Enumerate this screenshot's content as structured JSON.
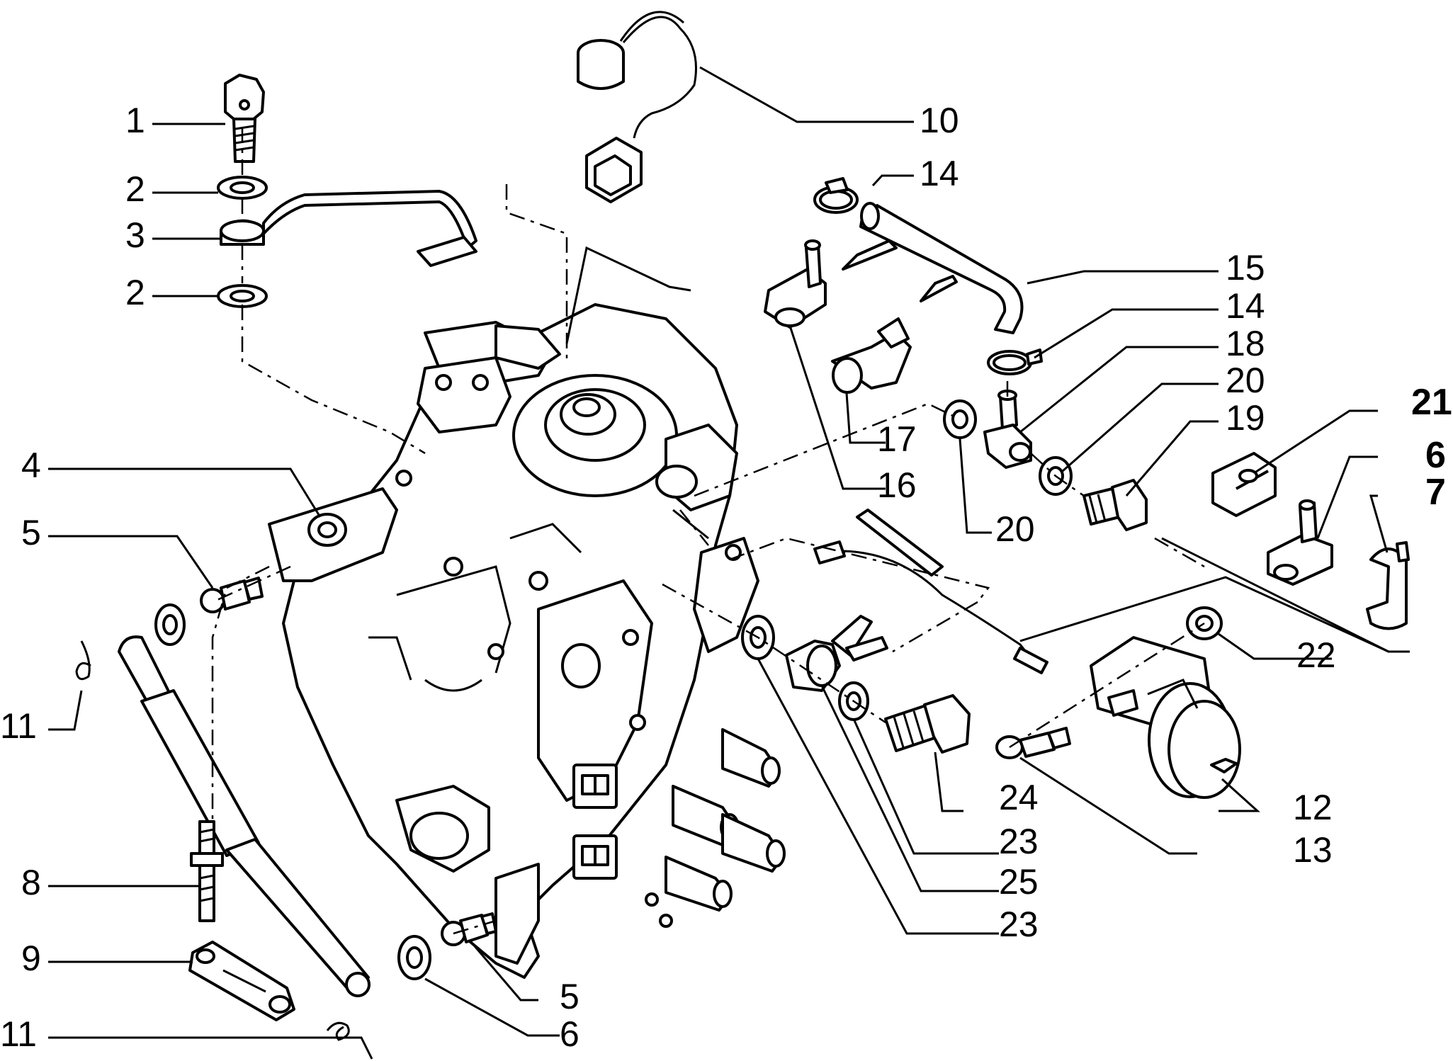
{
  "labels": {
    "l1": "1",
    "l2a": "2",
    "l3": "3",
    "l2b": "2",
    "l4": "4",
    "l5a": "5",
    "l11a": "11",
    "l8": "8",
    "l9": "9",
    "l11b": "11",
    "l5b": "5",
    "l6a": "6",
    "l10": "10",
    "l14a": "14",
    "l15": "15",
    "l14b": "14",
    "l18": "18",
    "l20a": "20",
    "l19": "19",
    "l21": "21",
    "l6b": "6",
    "l7": "7",
    "l17": "17",
    "l16": "16",
    "l20b": "20",
    "l22": "22",
    "l12": "12",
    "l24": "24",
    "l13": "13",
    "l23a": "23",
    "l25": "25",
    "l23b": "23"
  }
}
